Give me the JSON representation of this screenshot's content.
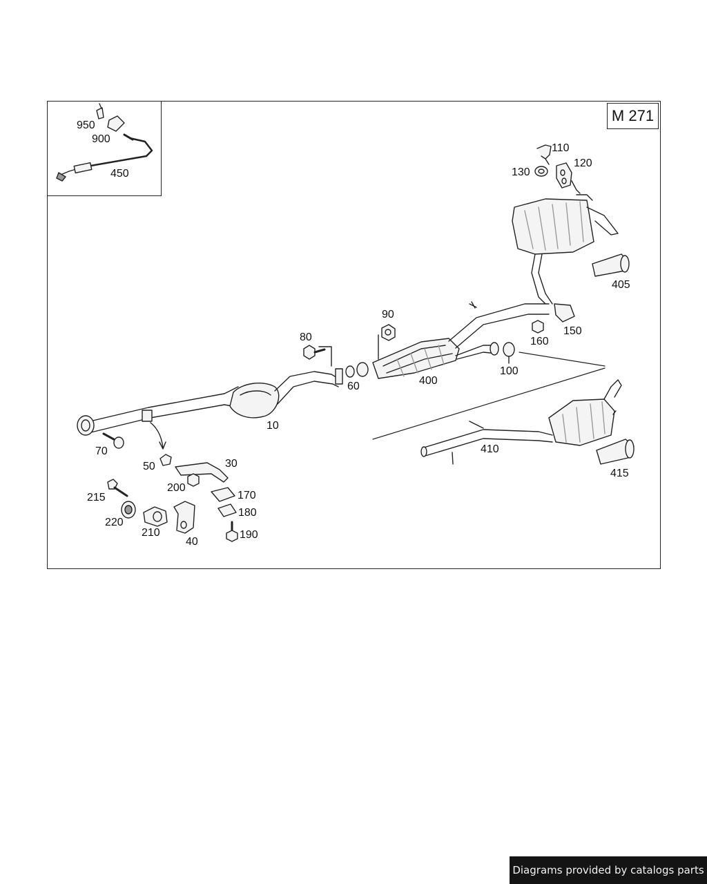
{
  "model_code": "M 271",
  "credit_text": "Diagrams provided by catalogs parts",
  "callouts": {
    "p950": "950",
    "p900": "900",
    "p450": "450",
    "p110": "110",
    "p120": "120",
    "p130": "130",
    "p405": "405",
    "p90": "90",
    "p80": "80",
    "p60": "60",
    "p400": "400",
    "p100": "100",
    "p160": "160",
    "p150": "150",
    "p10": "10",
    "p70": "70",
    "p50": "50",
    "p30": "30",
    "p200": "200",
    "p170": "170",
    "p180": "180",
    "p190": "190",
    "p215": "215",
    "p220": "220",
    "p210": "210",
    "p40": "40",
    "p410": "410",
    "p415": "415"
  },
  "colors": {
    "line": "#222222",
    "fill": "#f4f4f4",
    "shade": "#9a9a9a",
    "credit_bg": "#141414"
  }
}
